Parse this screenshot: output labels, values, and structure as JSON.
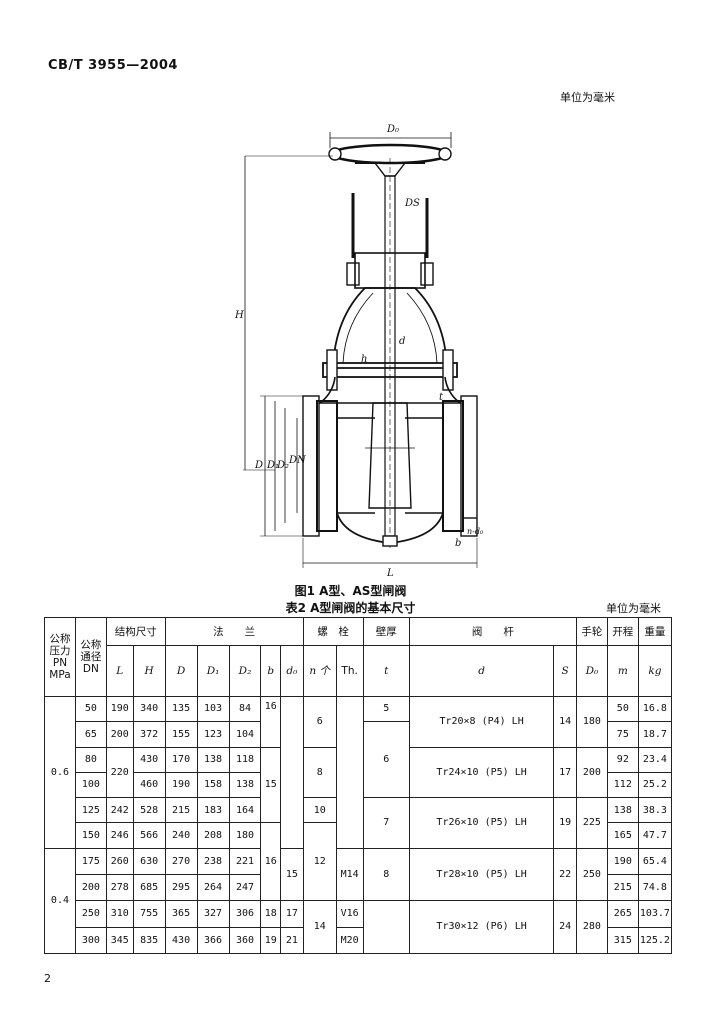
{
  "header": {
    "standard": "CB/T 3955—2004",
    "unit_note": "单位为毫米"
  },
  "figure": {
    "caption": "图1  A型、AS型闸阀",
    "labels": {
      "D0": "D₀",
      "DS": "DS",
      "H": "H",
      "d": "d",
      "h": "h",
      "t": "t",
      "D": "D",
      "D1": "D₁",
      "D2": "D₂",
      "DN": "DN",
      "b": "b",
      "nd0": "n-d₀",
      "L": "L"
    }
  },
  "table": {
    "caption": "表2  A型闸阀的基本尺寸",
    "unit_note": "单位为毫米",
    "headers": {
      "pn": "公称压力 PN MPa",
      "dn": "公称通径 DN",
      "struct": "结构尺寸",
      "flange": "法　　兰",
      "bolt": "螺　栓",
      "wall": "壁厚",
      "stem": "阀　　杆",
      "hand": "手轮",
      "stroke": "开程",
      "mass": "重量",
      "L": "L",
      "H": "H",
      "D": "D",
      "D1": "D₁",
      "D2": "D₂",
      "b": "b",
      "d0": "d₀",
      "n": "n 个",
      "th": "Th.",
      "t": "t",
      "d": "d",
      "S": "S",
      "D0": "D₀",
      "m": "m",
      "kg": "kg"
    },
    "pn_values": [
      "0.6",
      "0.4"
    ],
    "rows": [
      {
        "dn": "50",
        "L": "190",
        "H": "340",
        "D": "135",
        "D1": "103",
        "D2": "84",
        "stroke": "50",
        "mass": "16.8"
      },
      {
        "dn": "65",
        "L": "200",
        "H": "372",
        "D": "155",
        "D1": "123",
        "D2": "104",
        "stroke": "75",
        "mass": "18.7"
      },
      {
        "dn": "80",
        "L": "220",
        "H": "430",
        "D": "170",
        "D1": "138",
        "D2": "118",
        "stroke": "92",
        "mass": "23.4"
      },
      {
        "dn": "100",
        "H": "460",
        "D": "190",
        "D1": "158",
        "D2": "138",
        "stroke": "112",
        "mass": "25.2"
      },
      {
        "dn": "125",
        "L": "242",
        "H": "528",
        "D": "215",
        "D1": "183",
        "D2": "164",
        "stroke": "138",
        "mass": "38.3"
      },
      {
        "dn": "150",
        "L": "246",
        "H": "566",
        "D": "240",
        "D1": "208",
        "D2": "180",
        "stroke": "165",
        "mass": "47.7"
      },
      {
        "dn": "175",
        "L": "260",
        "H": "630",
        "D": "270",
        "D1": "238",
        "D2": "221",
        "stroke": "190",
        "mass": "65.4"
      },
      {
        "dn": "200",
        "L": "278",
        "H": "685",
        "D": "295",
        "D1": "264",
        "D2": "247",
        "stroke": "215",
        "mass": "74.8"
      },
      {
        "dn": "250",
        "L": "310",
        "H": "755",
        "D": "365",
        "D1": "327",
        "D2": "306",
        "b": "18",
        "d0": "17",
        "th": "V16",
        "stroke": "265",
        "mass": "103.7"
      },
      {
        "dn": "300",
        "L": "345",
        "H": "835",
        "D": "430",
        "D1": "366",
        "D2": "360",
        "b": "19",
        "d0": "21",
        "th": "M20",
        "stroke": "315",
        "mass": "125.2"
      }
    ],
    "merged": {
      "b_16a": "16",
      "b_15": "15",
      "b_16b": "16",
      "d0_15": "15",
      "n_6": "6",
      "n_8": "8",
      "n_10": "10",
      "n_12": "12",
      "n_14": "14",
      "th_m14": "M14",
      "t_5": "5",
      "t_6": "6",
      "t_7": "7",
      "t_8": "8",
      "d_1": "Tr20×8 (P4) LH",
      "d_2": "Tr24×10 (P5) LH",
      "d_3": "Tr26×10 (P5) LH",
      "d_4": "Tr28×10 (P5) LH",
      "d_5": "Tr30×12 (P6) LH",
      "S_1": "14",
      "S_2": "17",
      "S_3": "19",
      "S_4": "22",
      "S_5": "24",
      "D0_1": "180",
      "D0_2": "200",
      "D0_3": "225",
      "D0_4": "250",
      "D0_5": "280"
    }
  },
  "footer": {
    "page": "2"
  }
}
